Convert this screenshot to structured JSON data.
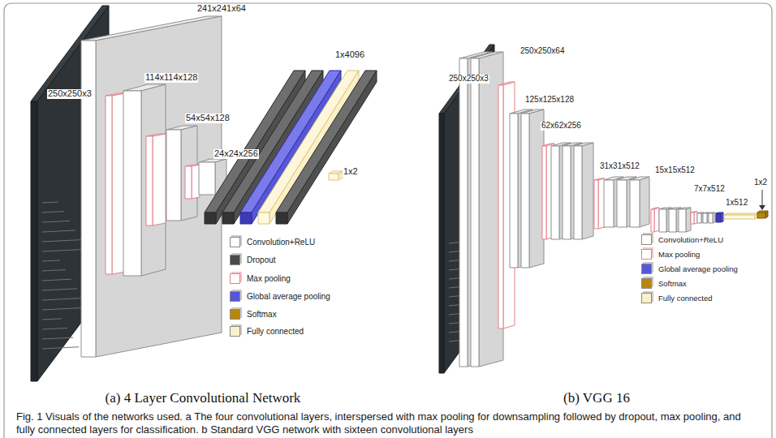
{
  "diagram": {
    "caption": "Fig. 1 Visuals of the networks used. a The four convolutional layers, interspersed with max pooling for downsampling followed by dropout, max pooling, and fully connected layers for classification. b Standard VGG network with sixteen convolutional layers",
    "labels": [
      "250x250x3",
      "241x241x64",
      "114x114x128",
      "54x54x128",
      "24x24x256",
      "1x4096",
      "1x2",
      "(a) 4 Layer Convolutional Network",
      "250x250x3",
      "250x250x64",
      "125x125x128",
      "62x62x256",
      "31x31x512",
      "15x15x512",
      "7x7x512",
      "1x512",
      "1x2",
      "(b) VGG 16"
    ],
    "legend": [
      {
        "text": "Convolution+ReLU",
        "color": "#ffffff"
      },
      {
        "text": "Dropout",
        "color": "#4a4a4a"
      },
      {
        "text": "Max pooling"
      },
      {
        "text": "Global average pooling",
        "color": "#5656d8"
      },
      {
        "text": "Softmax",
        "color": "#b8860b"
      },
      {
        "text": "Fully connected",
        "color": "#fbf1c8"
      },
      {
        "text": "Convolution+ReLU",
        "color": "#ffffff"
      },
      {
        "text": "Max pooling"
      },
      {
        "text": "Global average pooling",
        "color": "#5656d8"
      },
      {
        "text": "Softmax",
        "color": "#b8860b"
      },
      {
        "text": "Fully connected",
        "color": "#fbf1c8"
      }
    ]
  }
}
